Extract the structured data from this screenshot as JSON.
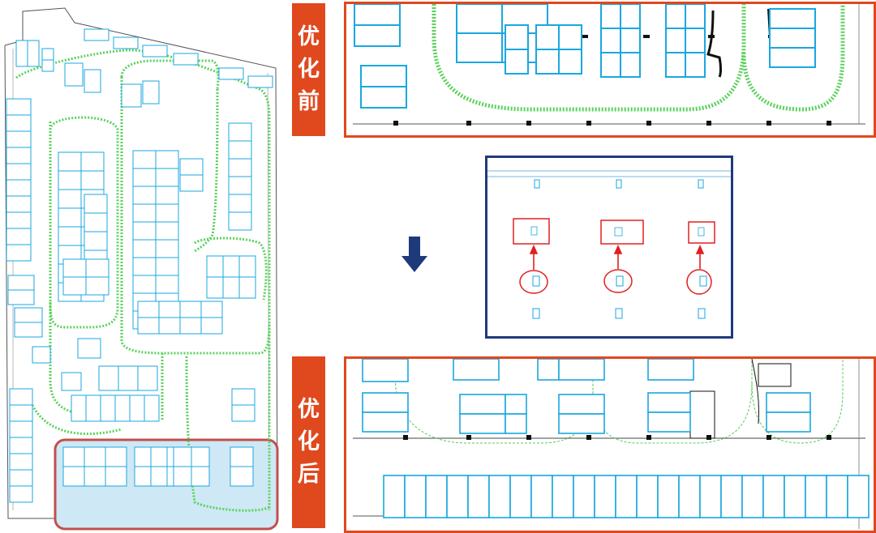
{
  "labels": {
    "before": [
      "优",
      "化",
      "前"
    ],
    "after": [
      "优",
      "化",
      "后"
    ]
  },
  "icons": {
    "transition_arrow": "down-arrow-icon"
  },
  "colors": {
    "label_bg": "#e0481e",
    "panel_border": "#e0481e",
    "zoom_border": "#1f3a7a",
    "parking_space": "#1aa7e0",
    "driveway_before": "#59d25a",
    "driveway_after": "#59c85a",
    "highlight_fill": "#cfe8f5",
    "highlight_border": "#c0504d",
    "annotation_red": "#e02020",
    "arrow_navy": "#1f3a7a"
  }
}
